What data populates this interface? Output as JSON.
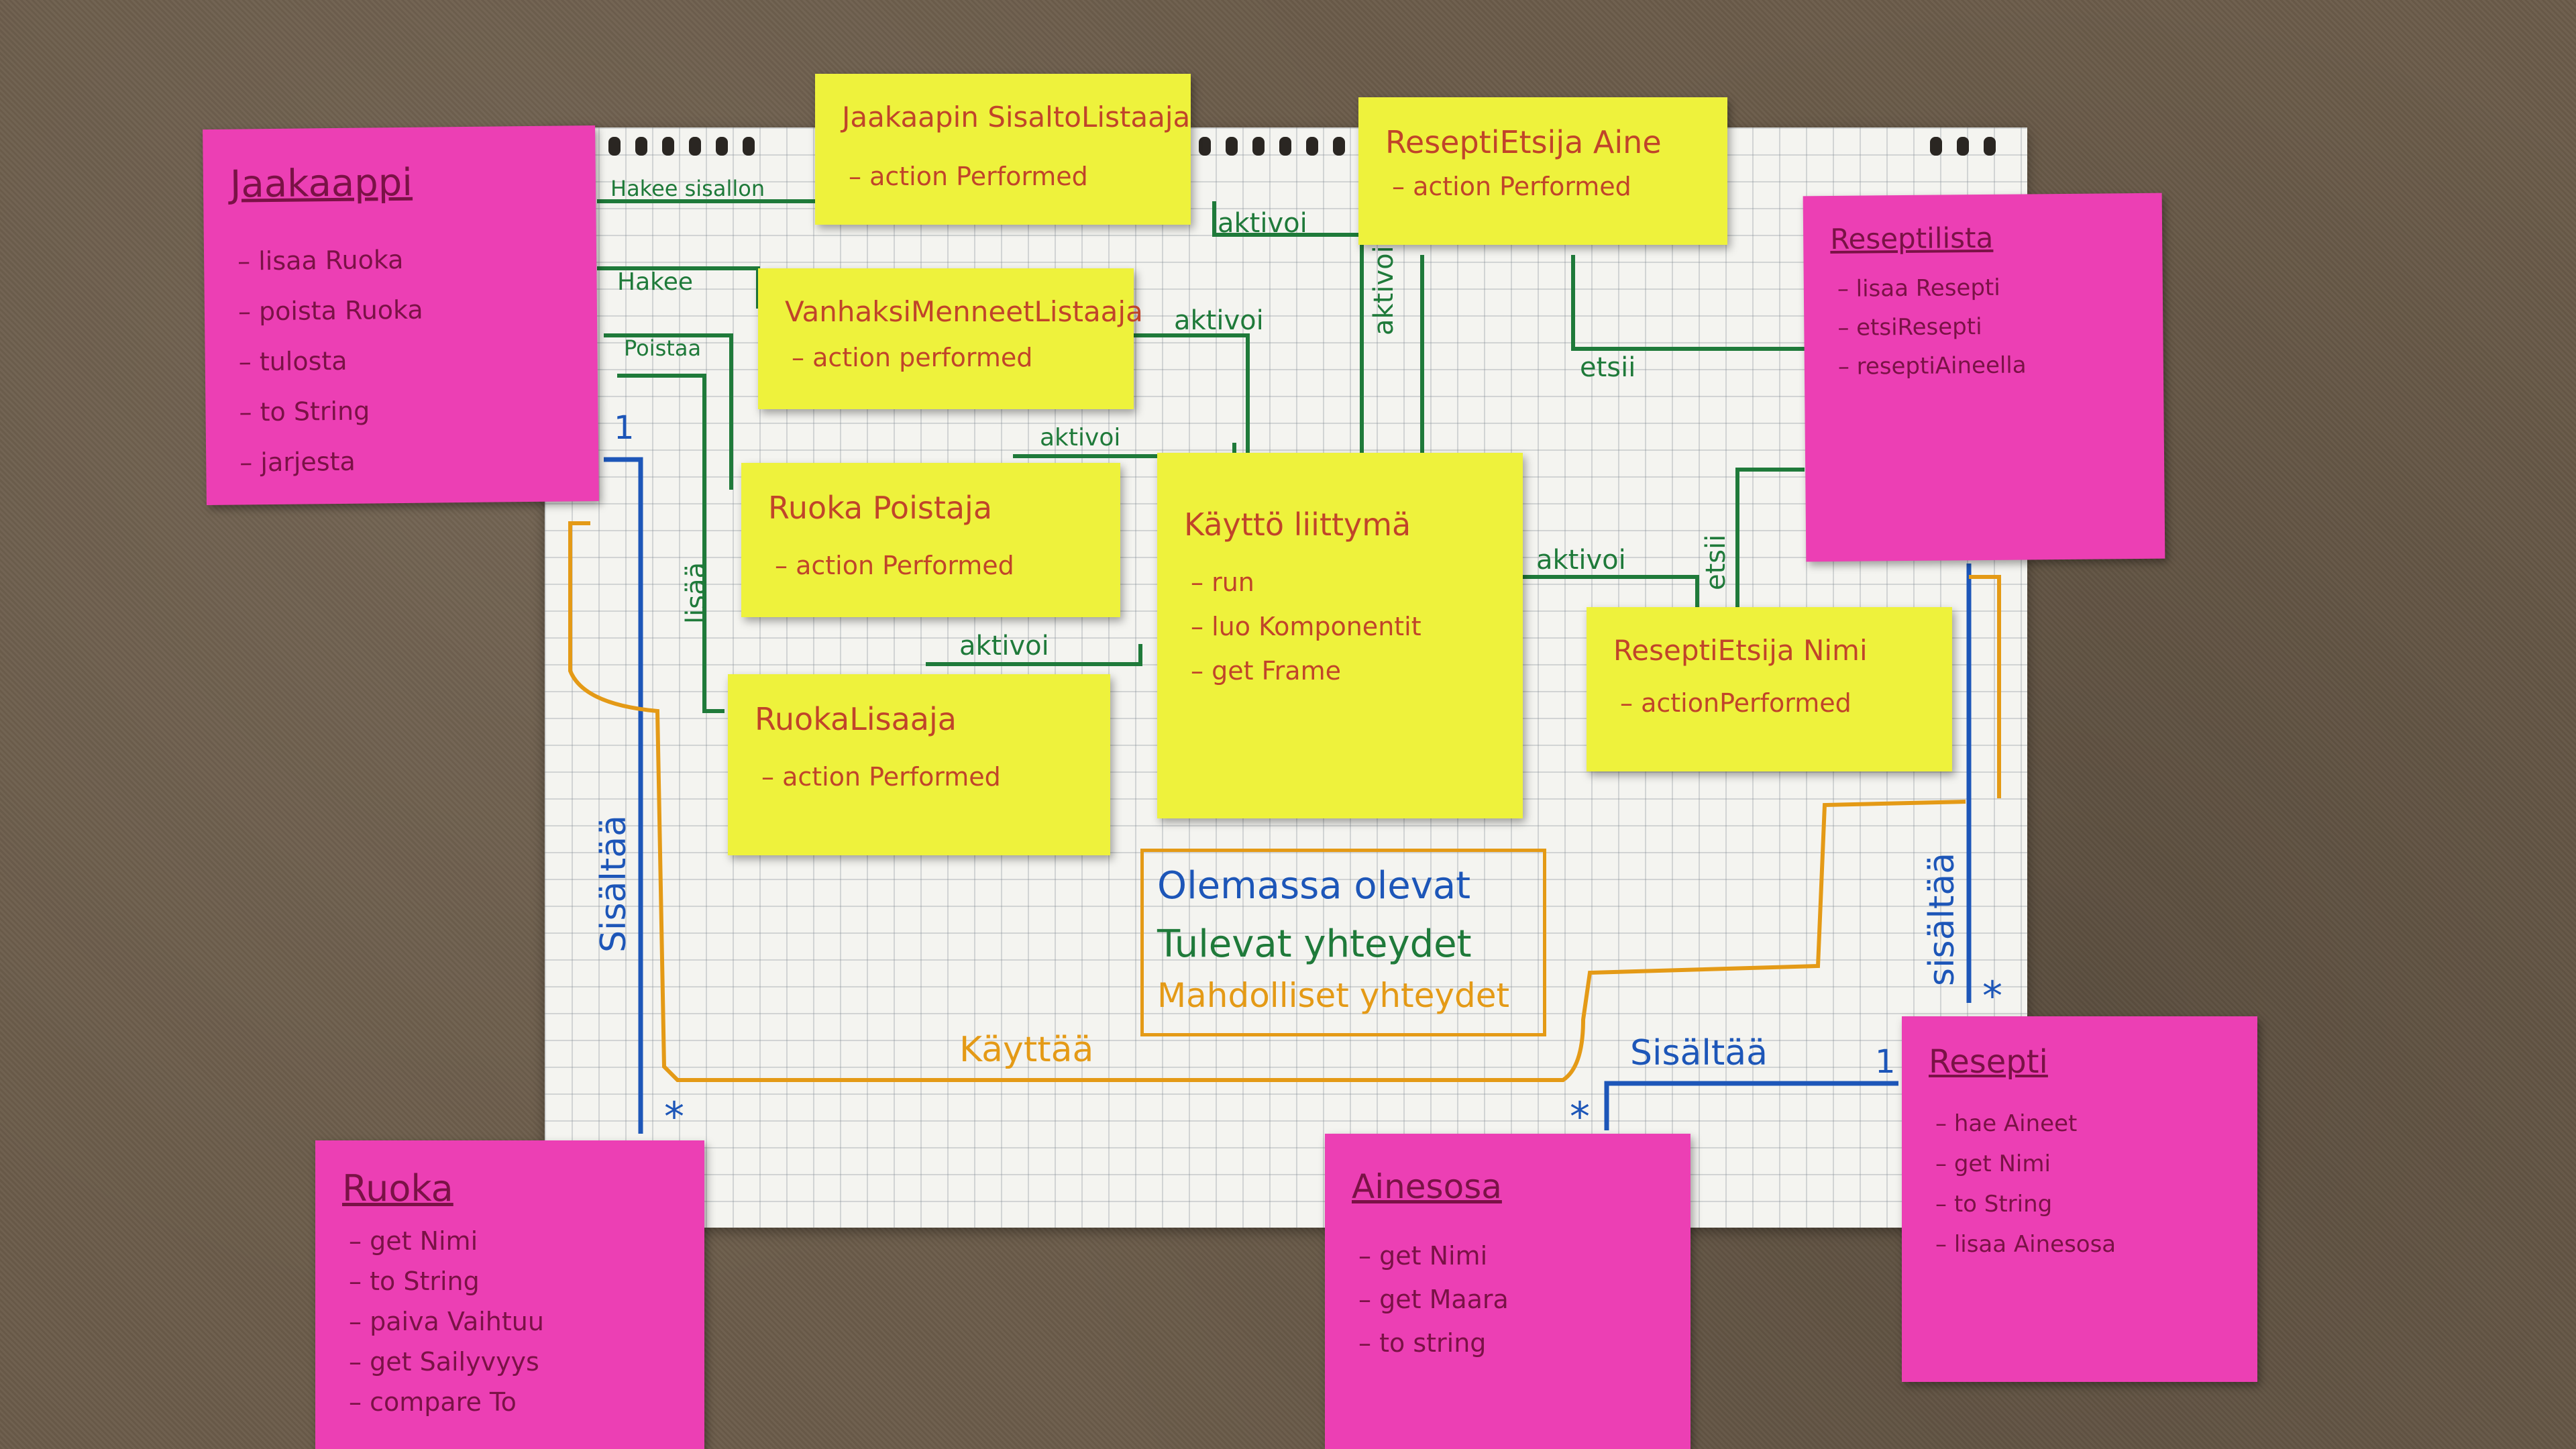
{
  "notes": {
    "jaakaappi": {
      "title": "Jaakaappi",
      "items": [
        "lisaa Ruoka",
        "poista Ruoka",
        "tulosta",
        "to String",
        "jarjesta"
      ]
    },
    "sisalto": {
      "title": "Jaakaapin SisaltoListaaja",
      "items": [
        "action Performed"
      ]
    },
    "reseptietsija_aine": {
      "title": "ReseptiEtsija Aine",
      "items": [
        "action Performed"
      ]
    },
    "reseptilista": {
      "title": "Reseptilista",
      "items": [
        "lisaa Resepti",
        "etsiResepti",
        "reseptiAineella"
      ]
    },
    "vanhaksi": {
      "title": "VanhaksiMenneetListaaja",
      "items": [
        "action performed"
      ]
    },
    "ruoka_poistaja": {
      "title": "Ruoka Poistaja",
      "items": [
        "action Performed"
      ]
    },
    "kayttoliittyma": {
      "title": "Käyttö liittymä",
      "items": [
        "run",
        "luo Komponentit",
        "get Frame"
      ]
    },
    "reseptietsija_nimi": {
      "title": "ReseptiEtsija Nimi",
      "items": [
        "actionPerformed"
      ]
    },
    "ruoka_lisaaja": {
      "title": "RuokaLisaaja",
      "items": [
        "action Performed"
      ]
    },
    "ruoka": {
      "title": "Ruoka",
      "items": [
        "get Nimi",
        "to String",
        "paiva Vaihtuu",
        "get Sailyvyys",
        "compare To"
      ]
    },
    "ainesosa": {
      "title": "Ainesosa",
      "items": [
        "get Nimi",
        "get Maara",
        "to string"
      ]
    },
    "resepti": {
      "title": "Resepti",
      "items": [
        "hae Aineet",
        "get Nimi",
        "to String",
        "lisaa Ainesosa"
      ]
    }
  },
  "edges": {
    "hakee_sisallon": "Hakee sisallon",
    "hakee": "Hakee",
    "poistaa": "Poistaa",
    "aktivoi_1": "aktivoi",
    "aktivoi_2": "aktivoi",
    "aktivoi_3": "aktivoi",
    "aktivoi_4": "aktivoi",
    "aktivoi_5": "aktivoi",
    "aktivoi_6": "aktivoi",
    "etsii_1": "etsii",
    "etsii_2": "etsii",
    "lisaa": "lisää",
    "sisaltaa_left": "Sisältää",
    "sisaltaa_right": "sisältää",
    "sisaltaa_bottom": "Sisältää",
    "kayttaa": "Käyttää",
    "mult_one_left": "1",
    "mult_star_left": "*",
    "mult_one_bottom": "1",
    "mult_star_bottom": "*",
    "mult_star_right": "*"
  },
  "legend": {
    "existing": "Olemassa olevat",
    "upcoming": "Tulevat yhteydet",
    "possible": "Mahdolliset yhteydet"
  },
  "colors": {
    "existing": "#1d56b8",
    "upcoming": "#1f7a3a",
    "possible": "#e49a16",
    "yellow_note": "#eef23c",
    "pink_note": "#ec3fb4"
  }
}
